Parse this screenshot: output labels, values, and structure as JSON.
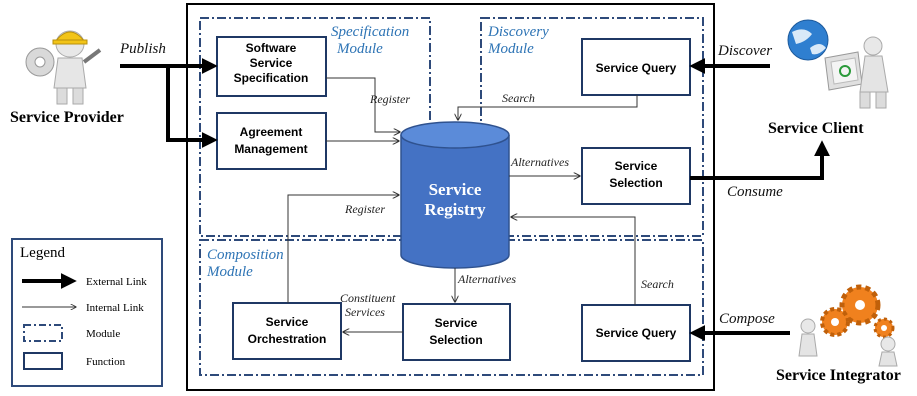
{
  "modules": {
    "specification": [
      "Specification",
      "Module"
    ],
    "discovery": [
      "Discovery",
      "Module"
    ],
    "composition": [
      "Composition",
      "Module"
    ]
  },
  "functions": {
    "software_spec": [
      "Software",
      "Service",
      "Specification"
    ],
    "agreement": [
      "Agreement",
      "Management"
    ],
    "query_top": [
      "Service Query"
    ],
    "selection_top": [
      "Service",
      "Selection"
    ],
    "orchestration": [
      "Service",
      "Orchestration"
    ],
    "selection_bottom": [
      "Service",
      "Selection"
    ],
    "query_bottom": [
      "Service Query"
    ]
  },
  "registry": [
    "Service",
    "Registry"
  ],
  "edge_labels": {
    "register_top": "Register",
    "search_top": "Search",
    "alternatives_top": "Alternatives",
    "register_bottom": "Register",
    "alternatives_bottom": "Alternatives",
    "constituent": [
      "Constituent",
      "Services"
    ],
    "search_bottom": "Search"
  },
  "external_labels": {
    "publish": "Publish",
    "discover": "Discover",
    "consume": "Consume",
    "compose": "Compose"
  },
  "actors": {
    "provider": "Service Provider",
    "client": "Service Client",
    "integrator": "Service Integrator"
  },
  "legend": {
    "title": "Legend",
    "items": [
      "External Link",
      "Internal Link",
      "Module",
      "Function"
    ]
  },
  "colors": {
    "module_border": "#2e4a7a",
    "function_border": "#1f3864",
    "registry_fill": "#4472c4",
    "module_label": "#2e74b5"
  }
}
